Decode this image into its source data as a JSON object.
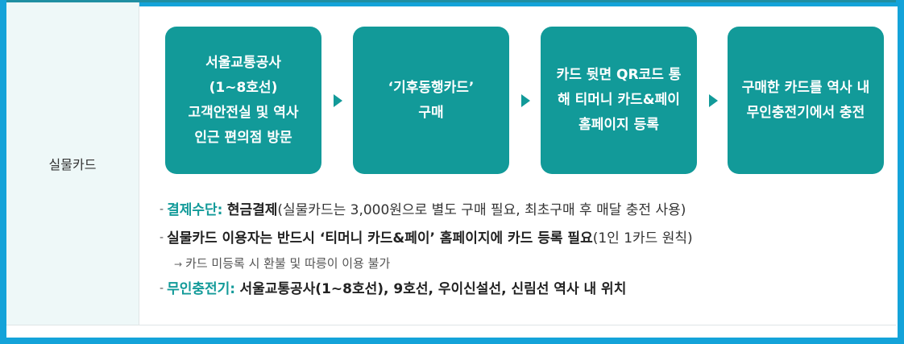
{
  "category": "실물카드",
  "steps": [
    "서울교통공사\n(1~8호선)\n고객안전실 및 역사\n인근 편의점 방문",
    "‘기후동행카드’\n구매",
    "카드 뒷면 QR코드 통\n해 티머니 카드&페이\n홈페이지 등록",
    "구매한 카드를 역사 내\n무인충전기에서 충전"
  ],
  "notes": {
    "payment_label": "결제수단:",
    "payment_value": "현금결제",
    "payment_detail": "(실물카드는 3,000원으로 별도 구매 필요, 최초구매 후 매달 충전 사용)",
    "card_user_text": "실물카드 이용자는 반드시 ‘티머니 카드&페이’ 홈페이지에 카드 등록 필요",
    "card_user_detail": "(1인 1카드 원칙)",
    "refund_note": "카드 미등록 시 환불 및 따릉이 이용 불가",
    "charger_label": "무인충전기:",
    "charger_value": "서울교통공사(1~8호선), 9호선, 우이신설선, 신림선 역사 내 위치"
  },
  "colors": {
    "accent": "#129a99",
    "frame": "#14a3d9"
  }
}
